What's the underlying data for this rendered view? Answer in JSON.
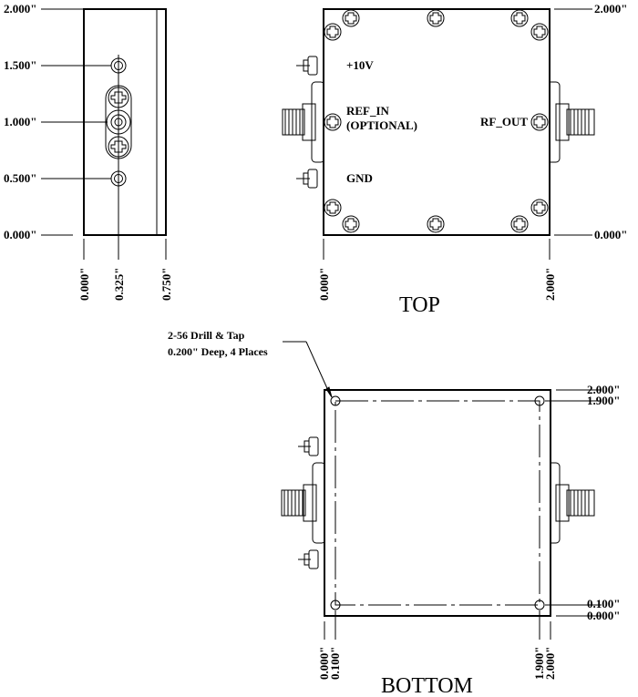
{
  "side_view": {
    "y_dims": [
      "2.000\"",
      "1.500\"",
      "1.000\"",
      "0.500\"",
      "0.000\""
    ],
    "x_dims": [
      "0.000\"",
      "0.325\"",
      "0.750\""
    ]
  },
  "top_view": {
    "title": "TOP",
    "labels": {
      "plus10v": "+10V",
      "ref_in": "REF_IN",
      "optional": "(OPTIONAL)",
      "rf_out": "RF_OUT",
      "gnd": "GND"
    },
    "y_dims": [
      "2.000\"",
      "0.000\""
    ],
    "x_dims": [
      "0.000\"",
      "2.000\""
    ]
  },
  "bottom_view": {
    "title": "BOTTOM",
    "note_line1": "2-56 Drill & Tap",
    "note_line2": "0.200\" Deep, 4 Places",
    "y_dims": [
      "2.000\"",
      "1.900\"",
      "0.100\"",
      "0.000\""
    ],
    "x_dims": [
      "0.000\"",
      "0.100\"",
      "1.900\"",
      "2.000\""
    ]
  }
}
